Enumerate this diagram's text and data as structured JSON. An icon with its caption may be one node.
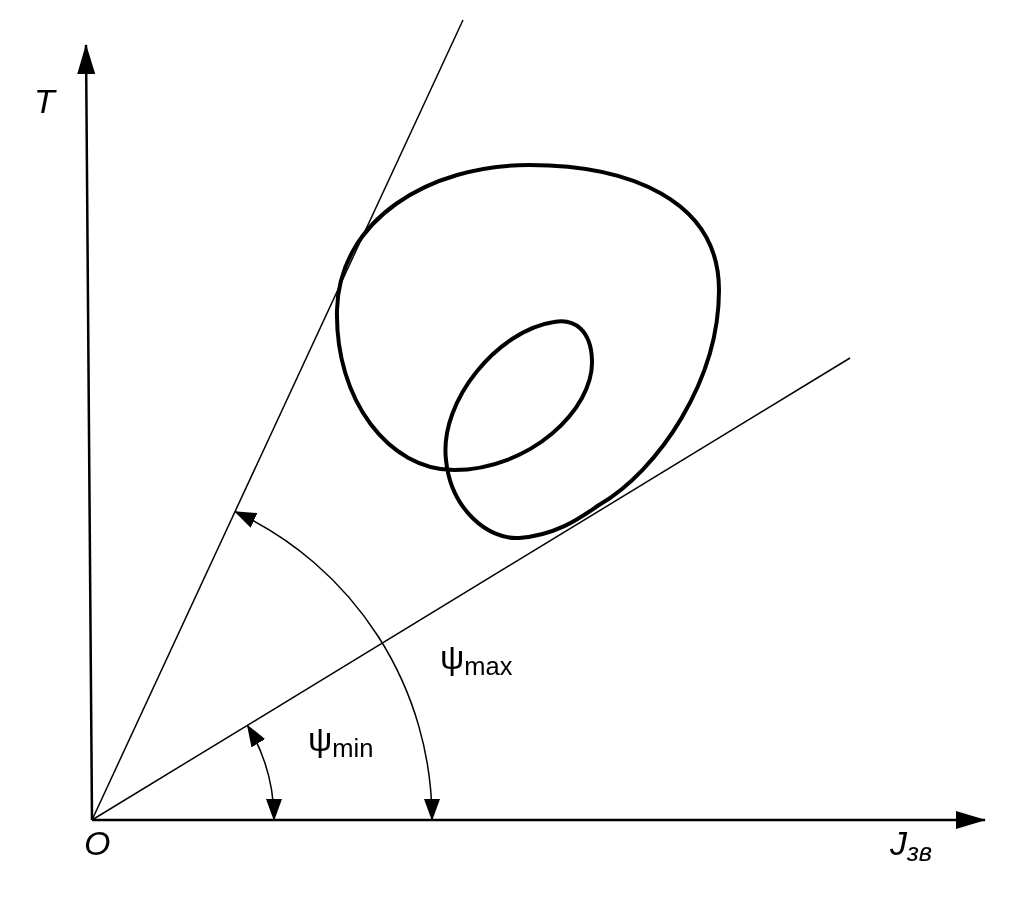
{
  "diagram": {
    "nodes": [
      {
        "text": [],
        "shape": "curve"
      }
    ],
    "labels": [
      "T",
      "ψ$_{max}$",
      "ψ$_{min}$",
      "O",
      "J$_{зв}$"
    ]
  }
}
